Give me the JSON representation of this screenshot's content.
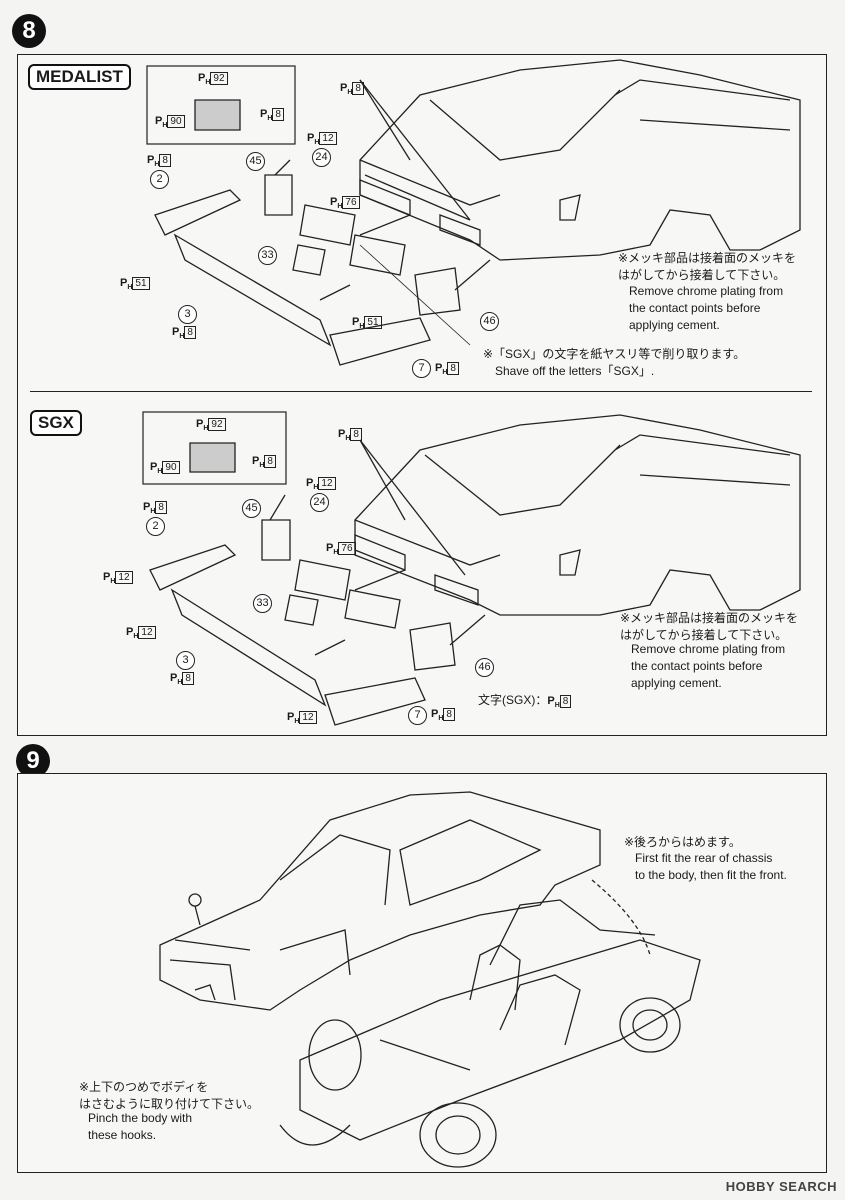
{
  "step8": {
    "number": "8",
    "medalist": {
      "title": "MEDALIST",
      "tags": {
        "t1": "8",
        "t2": "92",
        "t3": "90",
        "t4": "8",
        "t5": "8",
        "t6": "12",
        "t7": "76",
        "t8": "51",
        "t9": "8",
        "t10": "51",
        "t11": "8"
      },
      "parts": {
        "p45": "45",
        "p24": "24",
        "p2": "2",
        "p33": "33",
        "p3": "3",
        "p46": "46",
        "p7": "7"
      },
      "note_jp": "※メッキ部品は接着面のメッキを\nはがしてから接着して下さい。",
      "note_en": "Remove chrome plating from\nthe contact points before\napplying cement.",
      "sgx_note_jp": "※「SGX」の文字を紙ヤスリ等で削り取ります。",
      "sgx_note_en": "Shave off the letters「SGX」."
    },
    "sgx": {
      "title": "SGX",
      "tags": {
        "t1": "8",
        "t2": "92",
        "t3": "90",
        "t4": "8",
        "t5": "12",
        "t6": "8",
        "t7": "76",
        "t8": "12",
        "t9": "12",
        "t10": "8",
        "t11": "12",
        "t12": "8"
      },
      "parts": {
        "p45": "45",
        "p24": "24",
        "p2": "2",
        "p33": "33",
        "p3": "3",
        "p46": "46",
        "p7": "7"
      },
      "note_jp": "※メッキ部品は接着面のメッキを\nはがしてから接着して下さい。",
      "note_en": "Remove chrome plating from\nthe contact points before\napplying cement.",
      "letters_label": "文字(SGX)：",
      "letters_tag": "8"
    }
  },
  "step9": {
    "number": "9",
    "note_rear_jp": "※後ろからはめます。",
    "note_rear_en": "First fit the rear of chassis\nto the body, then fit the front.",
    "note_hooks_jp": "※上下のつめでボディを\nはさむように取り付けて下さい。",
    "note_hooks_en": "Pinch the body with\nthese hooks."
  },
  "watermark": "HOBBY SEARCH"
}
